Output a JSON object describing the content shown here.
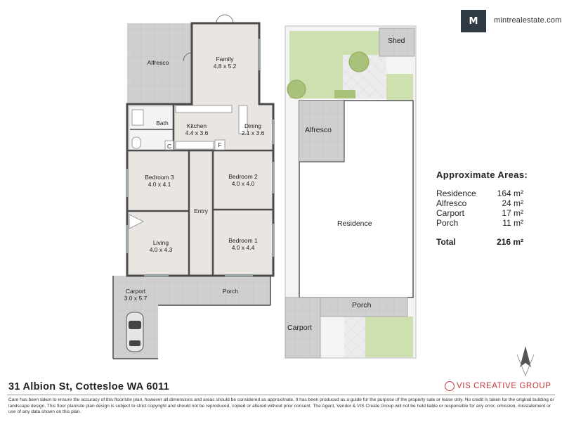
{
  "header": {
    "logo_letter": "M",
    "site_url": "mintrealestate.com.a"
  },
  "floor_plan": {
    "rooms": [
      {
        "key": "alfresco",
        "name": "Alfresco",
        "size": ""
      },
      {
        "key": "family",
        "name": "Family",
        "size": "4.8 x 5.2"
      },
      {
        "key": "bath",
        "name": "Bath",
        "size": ""
      },
      {
        "key": "kitchen",
        "name": "Kitchen",
        "size": "4.4 x 3.6"
      },
      {
        "key": "dining",
        "name": "Dining",
        "size": "2.1 x 3.6"
      },
      {
        "key": "bed3",
        "name": "Bedroom 3",
        "size": "4.0 x 4.1"
      },
      {
        "key": "bed2",
        "name": "Bedroom 2",
        "size": "4.0 x 4.0"
      },
      {
        "key": "entry",
        "name": "Entry",
        "size": ""
      },
      {
        "key": "living",
        "name": "Living",
        "size": "4.0 x 4.3"
      },
      {
        "key": "bed1",
        "name": "Bedroom 1",
        "size": "4.0 x 4.4"
      },
      {
        "key": "carport",
        "name": "Carport",
        "size": "3.0 x 5.7"
      },
      {
        "key": "porch",
        "name": "Porch",
        "size": ""
      }
    ],
    "fixtures": {
      "cupboard": "C",
      "fridge": "F"
    }
  },
  "site_plan": {
    "shed": "Shed",
    "alfresco": "Alfresco",
    "residence": "Residence",
    "porch": "Porch",
    "carport": "Carport"
  },
  "areas": {
    "title": "Approximate Areas:",
    "rows": [
      {
        "name": "Residence",
        "value": "164 m²"
      },
      {
        "name": "Alfresco",
        "value": "24 m²"
      },
      {
        "name": "Carport",
        "value": "17 m²"
      },
      {
        "name": "Porch",
        "value": "11 m²"
      }
    ],
    "total": {
      "name": "Total",
      "value": "216 m²"
    }
  },
  "footer": {
    "address": "31 Albion St, Cottesloe WA 6011",
    "brand": "VIS CREATIVE GROUP",
    "disclaimer": "Care has been taken to ensure the accuracy of this floor/site plan, however all dimensions and areas should be considered as approximate. It has been produced as a guide for the purpose of the property sale or lease only. No credit is taken for the original building or landscape design. This floor plan/site plan design is subject to strict copyright and should not be reproduced, copied or altered without prior consent. The Agent, Vendor & VIS Create Group will not be held liable or responsible for any error, omission, misstatement or use of any data shown on this plan."
  },
  "colors": {
    "floor": "#e9e6e1",
    "outdoor": "#c9c9c9",
    "wall": "#4a4a4a",
    "lawn": "#cfe0b0",
    "paving": "#e4e4e4",
    "brand": "#c43a3a",
    "logo_bg": "#2f3a44"
  }
}
